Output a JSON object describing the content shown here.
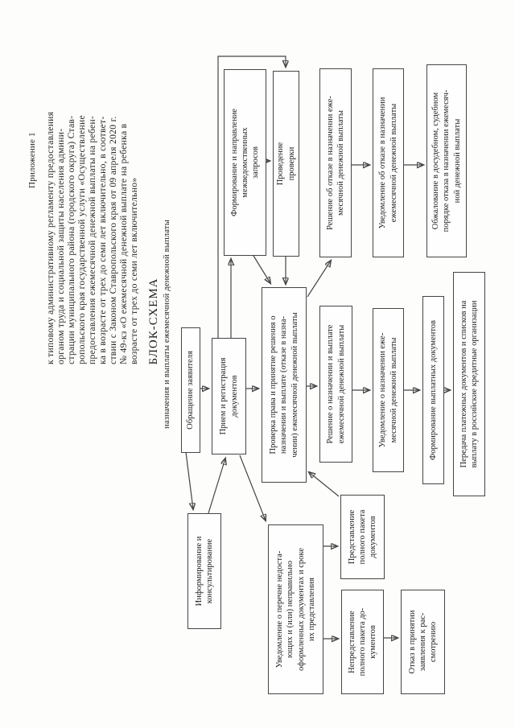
{
  "page": {
    "appendix_label": "Приложение 1",
    "appendix_text": "к типовому административному регламенту предоставления\nорганом труда и социальной защиты населения админи-\nстрации муниципального района (городского округа) Став-\nропольского края государственной услуги «Осуществление\nпредоставления ежемесячной денежной выплаты на ребен-\nка в возрасте от трех до семи лет включительно, в соответ-\nствии с Законом Ставропольского края от 09 апреля 2020 г.\n№ 49-кз «О ежемесячной денежной выплате на ребенка в\nвозрасте от трех до семи лет включительно»",
    "title": "БЛОК-СХЕМА",
    "subtitle": "назначения и выплаты ежемесячной денежной выплаты"
  },
  "colors": {
    "ink": "#1f1f1f",
    "border": "#454545",
    "background": "#fdfdfc"
  },
  "nodes": {
    "obrashchenie": {
      "label": "Обращение заявителя"
    },
    "informirovanie": {
      "label": "Информирование и\nконсультирование"
    },
    "priem": {
      "label": "Прием и регистрация\nдокументов"
    },
    "proverka": {
      "label": "Проверка права и принятие решения о\nназначении и выплате (отказе в назна-\nчении) ежемесячной денежной выплаты"
    },
    "zaprosy": {
      "label": "Формирование и направление\nмежведомственных\nзапросов"
    },
    "provedenie": {
      "label": "Проведение\nпроверки"
    },
    "resh_otkaz": {
      "label": "Решение об отказе в назначении еже-\nмесячной денежной выплаты"
    },
    "uved_otkaz": {
      "label": "Уведомление об отказе в назначении\nежемесячной денежной выплаты"
    },
    "obzhalovanie": {
      "label": "Обжалование в досудебном, судебном\nпорядке отказа в назначении ежемесяч-\nной денежной выплаты"
    },
    "resh_naznach": {
      "label": "Решение о назначении и выплате\nежемесячной денежной выплаты"
    },
    "uved_naznach": {
      "label": "Уведомление о назначении еже-\nмесячной денежной выплаты"
    },
    "form_vyplat": {
      "label": "Формирование выплатных документов"
    },
    "peredacha": {
      "label": "Передача платежных документов и списков на\nвыплату в российские кредитные организации"
    },
    "uved_perechen": {
      "label": "Уведомление о перечне недоста-\nющих и (или) неправильно\nоформленных документах и сроке\nих представления"
    },
    "predstavlenie": {
      "label": "Представление\nполного пакета\nдокументов"
    },
    "nepredstavlenie": {
      "label": "Непредставление\nполного пакета до-\nкументов"
    },
    "otkaz": {
      "label": "Отказ в принятии\nзаявления к рас-\nсмотрению"
    }
  },
  "edges": [
    {
      "from": "obrashchenie",
      "to": "priem"
    },
    {
      "from": "obrashchenie",
      "to": "informirovanie"
    },
    {
      "from": "informirovanie",
      "to": "priem"
    },
    {
      "from": "priem",
      "to": "proverka"
    },
    {
      "from": "priem",
      "to": "zaprosy"
    },
    {
      "from": "priem",
      "to": "provedenie"
    },
    {
      "from": "priem",
      "to": "uved_perechen"
    },
    {
      "from": "zaprosy",
      "to": "provedenie"
    },
    {
      "from": "zaprosy",
      "to": "proverka"
    },
    {
      "from": "provedenie",
      "to": "proverka"
    },
    {
      "from": "proverka",
      "to": "resh_otkaz"
    },
    {
      "from": "proverka",
      "to": "resh_naznach"
    },
    {
      "from": "resh_otkaz",
      "to": "uved_otkaz"
    },
    {
      "from": "uved_otkaz",
      "to": "obzhalovanie"
    },
    {
      "from": "resh_naznach",
      "to": "uved_naznach"
    },
    {
      "from": "uved_naznach",
      "to": "form_vyplat"
    },
    {
      "from": "form_vyplat",
      "to": "peredacha"
    },
    {
      "from": "uved_perechen",
      "to": "predstavlenie"
    },
    {
      "from": "uved_perechen",
      "to": "nepredstavlenie"
    },
    {
      "from": "predstavlenie",
      "to": "proverka"
    },
    {
      "from": "nepredstavlenie",
      "to": "otkaz"
    }
  ]
}
